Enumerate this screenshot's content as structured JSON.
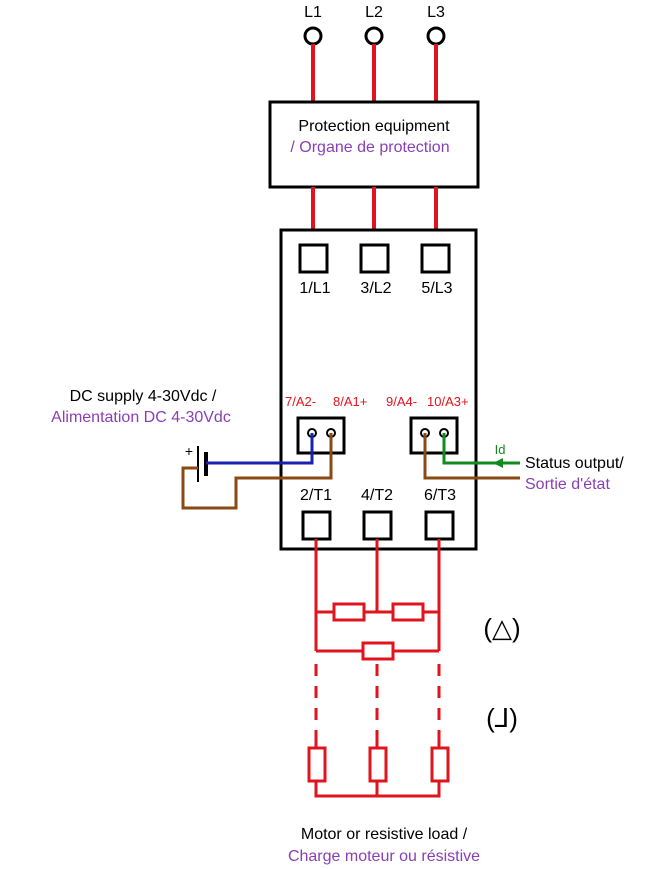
{
  "colors": {
    "power": "#e0141c",
    "outline": "#000000",
    "french_text": "#8a3fb5",
    "terminal_label": "#e0141c",
    "dc_positive": "#1a20b0",
    "dc_negative": "#8b4a14",
    "status_signal": "#128a1e"
  },
  "lines": {
    "l1": "L1",
    "l2": "L2",
    "l3": "L3"
  },
  "protection": {
    "label_en": "Protection equipment",
    "label_fr": "/ Organe de protection"
  },
  "contactor": {
    "input_terminals": [
      "1/L1",
      "3/L2",
      "5/L3"
    ],
    "output_terminals": [
      "2/T1",
      "4/T2",
      "6/T3"
    ],
    "control_terminals": [
      "7/A2-",
      "8/A1+",
      "9/A4-",
      "10/A3+"
    ]
  },
  "dc_supply": {
    "label_en": "DC supply 4-30Vdc /",
    "label_fr": "Alimentation DC 4-30Vdc",
    "plus_sign": "+"
  },
  "status": {
    "signal_label": "Id",
    "label_en": "Status output/",
    "label_fr": "Sortie d'état"
  },
  "load": {
    "delta_symbol": "(△)",
    "star_symbol": "(⅃)",
    "label_en": "Motor or resistive load /",
    "label_fr": "Charge moteur ou résistive"
  }
}
